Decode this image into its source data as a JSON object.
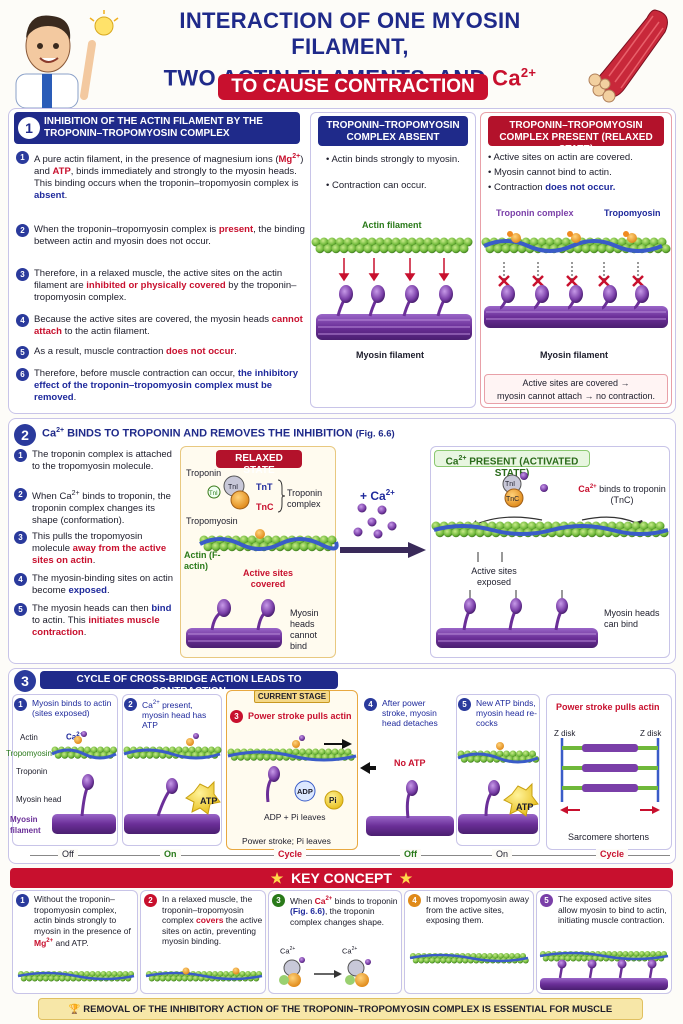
{
  "header": {
    "title_line1": "INTERACTION OF ONE MYOSIN FILAMENT,",
    "title_line2_pre": "TWO ACTIN FILAMENTS, AND ",
    "title_ca": "Ca",
    "title_sup": "2+",
    "banner": "TO CAUSE CONTRACTION"
  },
  "section1": {
    "num": "1",
    "title": "INHIBITION OF THE ACTIN FILAMENT BY THE TROPONIN–TROPOMYOSIN COMPLEX",
    "items": [
      {
        "n": "1",
        "a": "A pure actin filament, in the presence of magnesium ions (",
        "b": "Mg",
        "c": "2+",
        "d": ") and ",
        "e": "ATP",
        "f": ", binds immediately and strongly to the myosin heads. This binding occurs when the troponin–tropomyosin complex is ",
        "g": "absent",
        "h": "."
      },
      {
        "n": "2",
        "a": "When the troponin–tropomyosin complex is ",
        "b": "present",
        "c": ", the binding between actin and myosin does not occur."
      },
      {
        "n": "3",
        "a": "Therefore, in a relaxed muscle, the active sites on the actin filament are ",
        "b": "inhibited or physically covered",
        "c": " by the troponin–tropomyosin complex."
      },
      {
        "n": "4",
        "a": "Because the active sites are covered, the myosin heads ",
        "b": "cannot attach",
        "c": " to the actin filament."
      },
      {
        "n": "5",
        "a": "As a result, muscle contraction ",
        "b": "does not occur",
        "c": "."
      },
      {
        "n": "6",
        "a": "Therefore, before muscle contraction can occur, ",
        "b": "the inhibitory effect of the troponin–tropomyosin complex must be removed",
        "c": "."
      }
    ],
    "absent": {
      "header": "TROPONIN–TROPOMYOSIN COMPLEX ABSENT",
      "bullets": [
        "Actin binds strongly to myosin.",
        "Contraction can occur."
      ],
      "actin_label": "Actin filament",
      "myosin_label": "Myosin filament"
    },
    "present": {
      "header": "TROPONIN–TROPOMYOSIN COMPLEX PRESENT (RELAXED STATE)",
      "bullets": [
        "Active sites on actin are covered.",
        "Myosin cannot bind to actin.",
        "Contraction "
      ],
      "bullet3_red": "does not occur.",
      "troponin_label": "Troponin complex",
      "tropomyosin_label": "Tropomyosin",
      "myosin_label": "Myosin filament",
      "note_line1": "Active sites are covered →",
      "note_line2": "myosin cannot attach → no contraction."
    }
  },
  "section2": {
    "num": "2",
    "title_pre": "Ca",
    "title_sup": "2+",
    "title_post": " BINDS TO TROPONIN AND REMOVES THE INHIBITION",
    "title_fig": "(Fig. 6.6)",
    "items": [
      {
        "n": "1",
        "a": "The troponin complex is attached to the tropomyosin molecule."
      },
      {
        "n": "2",
        "a": "When Ca",
        "b": "2+",
        "c": " binds to troponin, the troponin complex changes its shape (conformation)."
      },
      {
        "n": "3",
        "a": "This pulls the tropomyosin molecule ",
        "b": "away from the active sites on actin",
        "c": "."
      },
      {
        "n": "4",
        "a": "The myosin-binding sites on actin become ",
        "b": "exposed",
        "c": "."
      },
      {
        "n": "5",
        "a": "The myosin heads can then ",
        "b": "bind",
        "c": " to actin. This ",
        "d": "initiates muscle contraction",
        "e": "."
      }
    ],
    "relaxed": {
      "header": "RELAXED STATE",
      "troponin": "Troponin",
      "tnt": "TnT",
      "tni": "TnI",
      "tnc": "TnC",
      "tni_small": "TnI",
      "troponin_complex": "Troponin complex",
      "tropomyosin": "Tropomyosin",
      "actin": "Actin (F-actin)",
      "active_sites": "Active sites covered",
      "myosin": "Myosin heads cannot bind"
    },
    "plus_ca": "+ Ca",
    "plus_ca_sup": "2+",
    "activated": {
      "header_pre": "Ca",
      "header_sup": "2+",
      "header_post": " PRESENT (ACTIVATED STATE)",
      "binds_pre": "Ca",
      "binds_sup": "2+",
      "binds_post": " binds to troponin (TnC)",
      "active_sites": "Active sites exposed",
      "myosin": "Myosin heads can bind",
      "tni": "TnI",
      "tnc": "TnC"
    }
  },
  "section3": {
    "num": "3",
    "title": "CYCLE OF CROSS-BRIDGE ACTION LEADS TO CONTRACTION",
    "stage1": {
      "n": "1",
      "text": "Myosin binds to actin (sites exposed)",
      "actin": "Actin",
      "ca": "Ca",
      "ca_sup": "2+",
      "tropomyosin": "Tropomyosin",
      "troponin": "Troponin",
      "myosin_head": "Myosin head",
      "myosin_filament": "Myosin filament"
    },
    "stage2": {
      "n": "2",
      "a": "Ca",
      "b": "2+",
      "c": " present, myosin head has ATP",
      "atp": "ATP"
    },
    "stage3": {
      "current": "CURRENT STAGE",
      "n": "3",
      "text": "Power stroke pulls actin",
      "adp": "ADP",
      "pi": "Pi",
      "adp_pi": "ADP + Pi leaves",
      "caption": "Power stroke; Pi leaves"
    },
    "stage4": {
      "n": "4",
      "text": "After power stroke, myosin head detaches",
      "no_atp": "No ATP"
    },
    "stage5": {
      "n": "5",
      "text": "New ATP binds, myosin head re-cocks",
      "atp": "ATP"
    },
    "sarcomere": {
      "title": "Power stroke pulls actin",
      "zdisk_left": "Z disk",
      "zdisk_right": "Z disk",
      "caption": "Sarcomere shortens"
    },
    "timeline": [
      "Off",
      "On",
      "Cycle",
      "Off",
      "On",
      "Cycle"
    ]
  },
  "key": {
    "banner": "KEY CONCEPT",
    "items": [
      {
        "n": "1",
        "a": "Without the troponin–tropomyosin complex, actin binds strongly to myosin in the presence of ",
        "b": "Mg",
        "c": "2+",
        "d": " and ATP."
      },
      {
        "n": "2",
        "a": "In a relaxed muscle, the troponin–tropomyosin complex ",
        "b": "covers",
        "c": " the active sites on actin, preventing myosin binding."
      },
      {
        "n": "3",
        "a": "When ",
        "b": "Ca",
        "c": "2+",
        "d": " binds to troponin ",
        "e": "(Fig. 6.6)",
        "f": ", the troponin complex changes shape.",
        "ca1": "Ca",
        "ca2": "Ca",
        "sup": "2+"
      },
      {
        "n": "4",
        "a": "It moves tropomyosin away from the active sites, exposing them."
      },
      {
        "n": "5",
        "a": "The exposed active sites allow myosin to bind to actin, initiating muscle contraction."
      }
    ]
  },
  "footer": "REMOVAL OF THE INHIBITORY ACTION OF THE TROPONIN–TROPOMYOSIN COMPLEX IS ESSENTIAL FOR MUSCLE CONTRACTION.",
  "colors": {
    "navy": "#1f2a8a",
    "red": "#c8102e",
    "actin_green": "#6fb83a",
    "myosin_purple": "#7a3fa8",
    "tropomyosin_blue": "#3a5cc8"
  }
}
